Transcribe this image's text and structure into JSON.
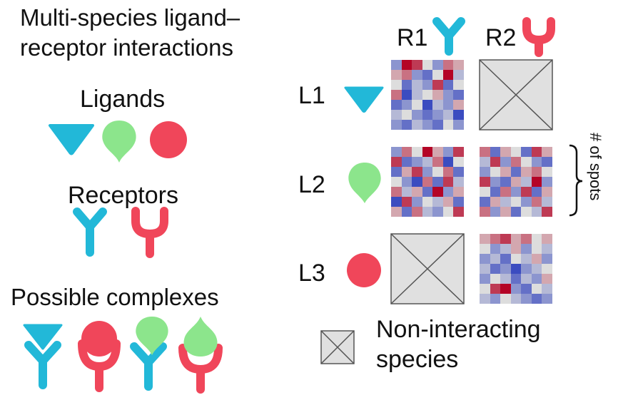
{
  "title": {
    "line1": "Multi-species ligand–",
    "line2": "receptor interactions"
  },
  "ligands_heading": "Ligands",
  "receptors_heading": "Receptors",
  "complexes_heading": "Possible complexes",
  "receptor_labels": [
    "R1",
    "R2"
  ],
  "ligand_labels": [
    "L1",
    "L2",
    "L3"
  ],
  "spots_label": "# of spots",
  "legend": {
    "line1": "Non-interacting",
    "line2": "species"
  },
  "colors": {
    "cyan": "#22b8d8",
    "green": "#8ce58c",
    "red": "#f0465a",
    "cross_bg": "#e0e0e0",
    "cross_line": "#555555"
  },
  "matrix": [
    {
      "ligand": "L1",
      "R1": "heatmap",
      "R2": "non-interacting"
    },
    {
      "ligand": "L2",
      "R1": "heatmap",
      "R2": "heatmap"
    },
    {
      "ligand": "L3",
      "R1": "non-interacting",
      "R2": "heatmap"
    }
  ],
  "heatmaps": {
    "l1r1": [
      [
        3,
        9,
        8,
        5,
        3,
        7,
        6
      ],
      [
        6,
        7,
        3,
        2,
        5,
        9,
        4
      ],
      [
        5,
        2,
        4,
        3,
        8,
        2,
        5
      ],
      [
        7,
        1,
        4,
        5,
        6,
        3,
        2
      ],
      [
        2,
        3,
        5,
        1,
        4,
        3,
        6
      ],
      [
        4,
        5,
        3,
        2,
        3,
        4,
        1
      ],
      [
        3,
        2,
        4,
        3,
        2,
        5,
        3
      ]
    ],
    "l2r1": [
      [
        3,
        7,
        5,
        9,
        6,
        3,
        8
      ],
      [
        8,
        2,
        3,
        4,
        7,
        1,
        5
      ],
      [
        2,
        6,
        8,
        3,
        5,
        7,
        2
      ],
      [
        5,
        3,
        1,
        7,
        2,
        8,
        4
      ],
      [
        7,
        4,
        6,
        2,
        9,
        3,
        6
      ],
      [
        1,
        8,
        3,
        5,
        4,
        6,
        2
      ],
      [
        6,
        2,
        7,
        4,
        3,
        5,
        8
      ]
    ],
    "l2r2": [
      [
        7,
        2,
        6,
        5,
        2,
        8,
        6
      ],
      [
        4,
        8,
        3,
        7,
        5,
        3,
        2
      ],
      [
        3,
        5,
        6,
        2,
        6,
        7,
        5
      ],
      [
        8,
        3,
        2,
        6,
        4,
        9,
        3
      ],
      [
        5,
        2,
        7,
        3,
        8,
        2,
        6
      ],
      [
        2,
        6,
        4,
        5,
        3,
        7,
        4
      ],
      [
        7,
        3,
        6,
        2,
        5,
        4,
        8
      ]
    ],
    "l3r2": [
      [
        6,
        7,
        8,
        6,
        7,
        5,
        6
      ],
      [
        5,
        3,
        4,
        6,
        3,
        5,
        4
      ],
      [
        3,
        4,
        2,
        5,
        4,
        6,
        3
      ],
      [
        4,
        2,
        3,
        1,
        3,
        4,
        5
      ],
      [
        3,
        5,
        4,
        2,
        4,
        3,
        6
      ],
      [
        5,
        8,
        9,
        3,
        2,
        5,
        4
      ],
      [
        4,
        3,
        5,
        4,
        3,
        2,
        3
      ]
    ]
  }
}
